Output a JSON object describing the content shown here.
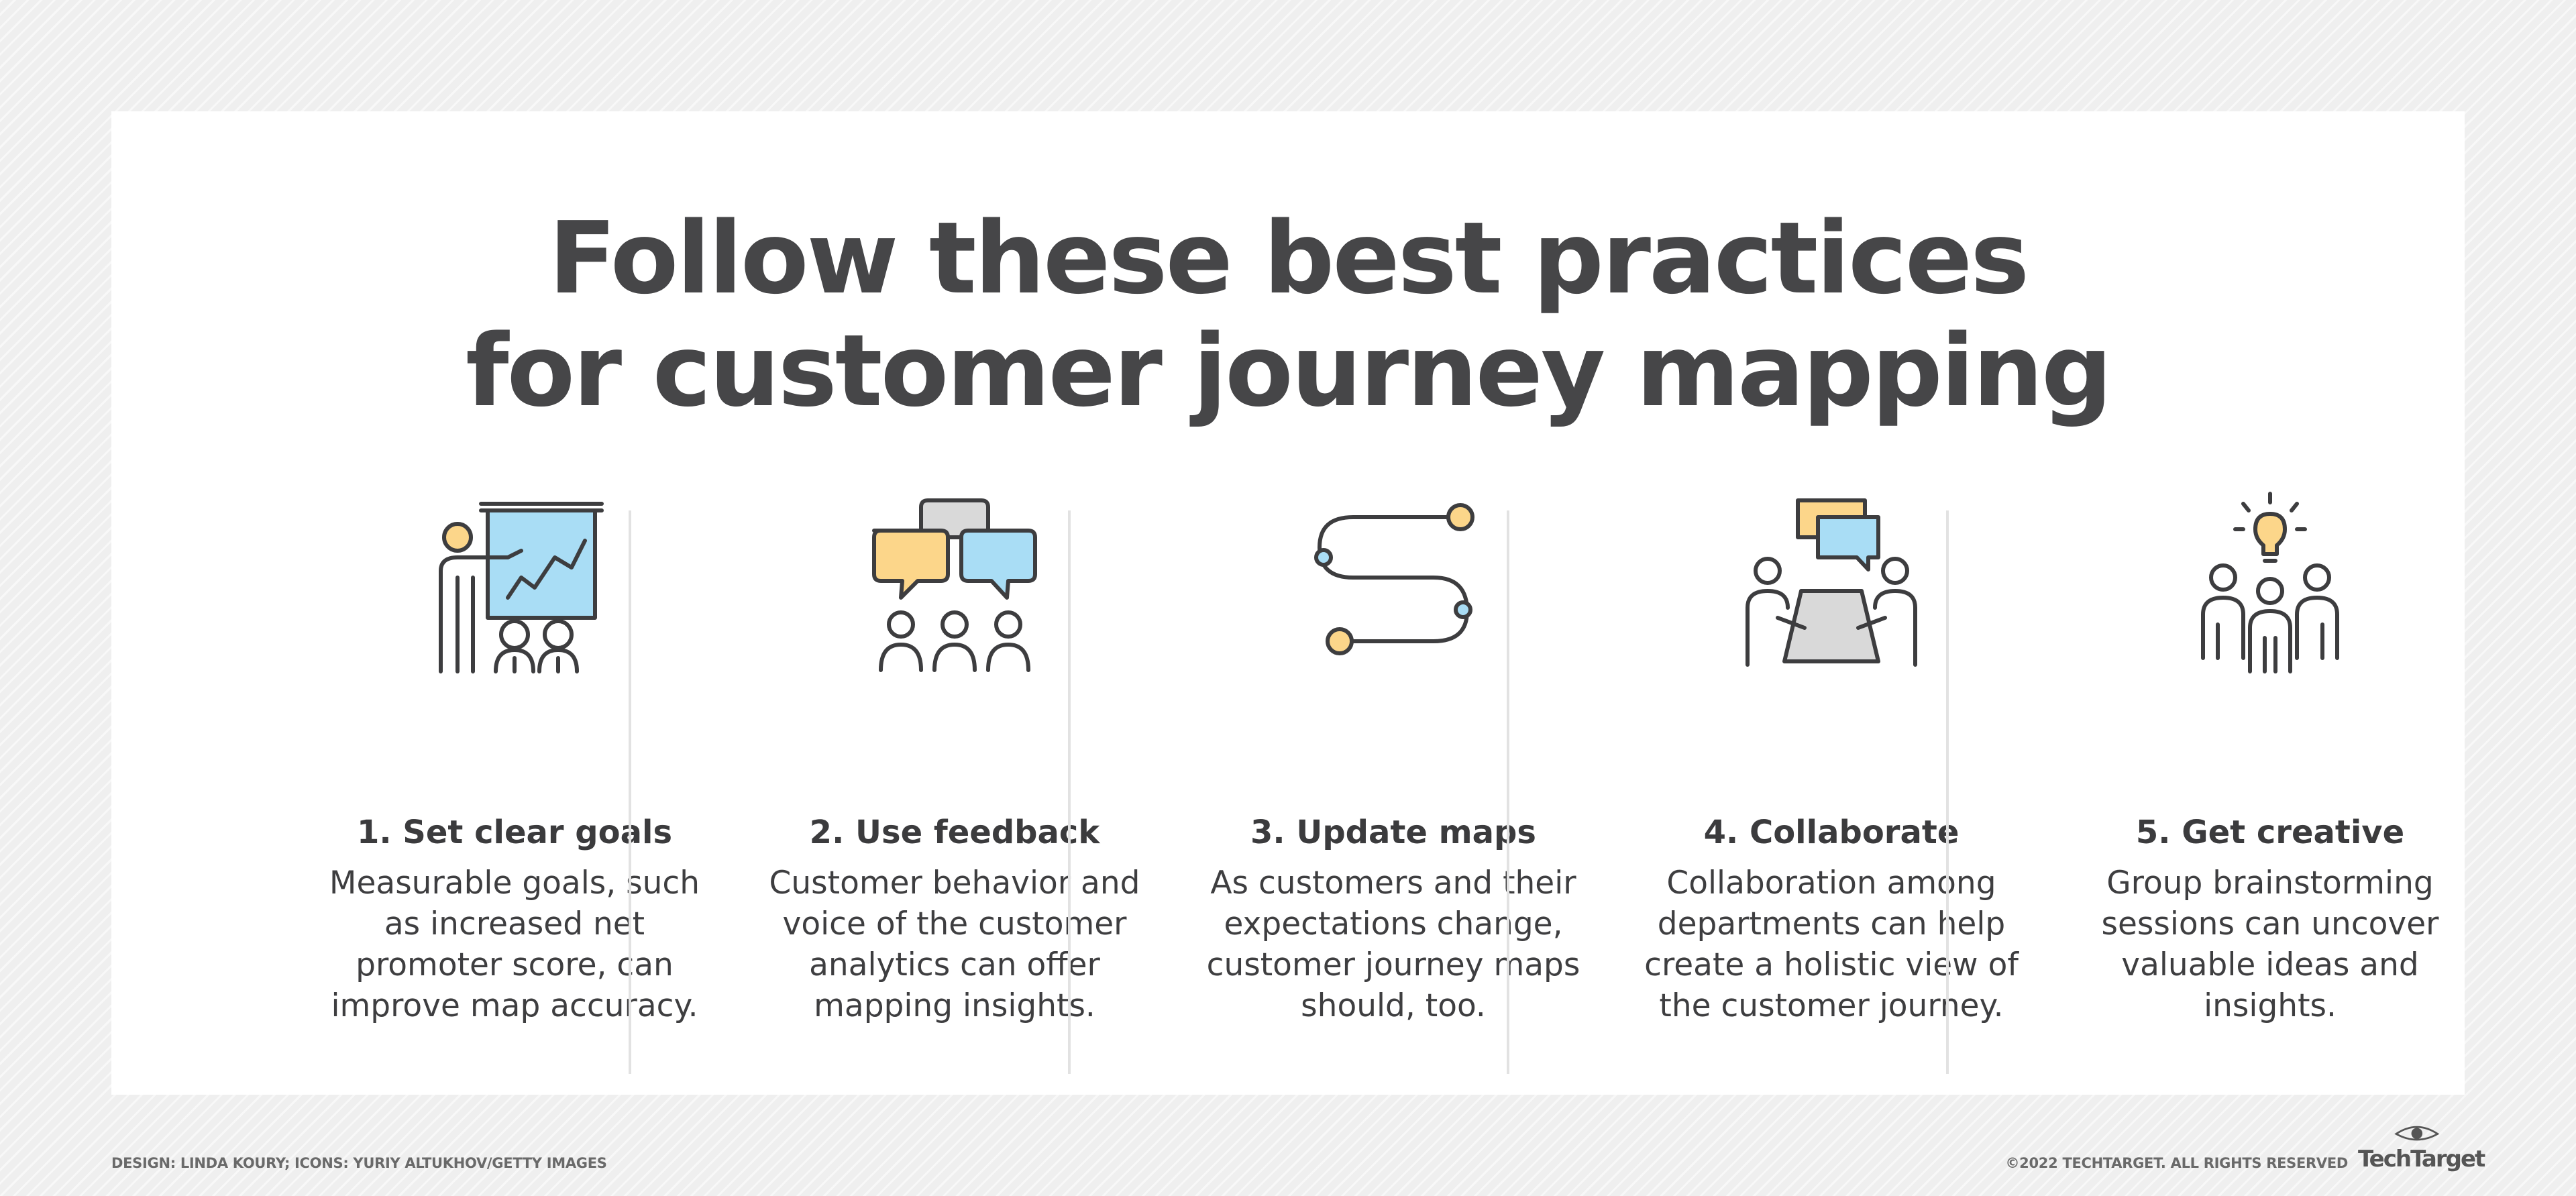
{
  "title": {
    "line1": "Follow these best practices",
    "line2": "for customer journey mapping"
  },
  "practices": [
    {
      "heading": "1. Set clear goals",
      "description": "Measurable goals, such as increased net promoter score, can improve map accuracy.",
      "icon": "presentation-icon"
    },
    {
      "heading": "2. Use feedback",
      "description": "Customer behavior and voice of the customer analytics can offer mapping insights.",
      "icon": "feedback-chat-icon"
    },
    {
      "heading": "3. Update maps",
      "description": "As customers and their expectations change, customer journey maps should, too.",
      "icon": "journey-path-icon"
    },
    {
      "heading": "4. Collaborate",
      "description": "Collaboration among departments can help create a holistic view of the customer journey.",
      "icon": "meeting-table-icon"
    },
    {
      "heading": "5. Get creative",
      "description": "Group brainstorming sessions can uncover valuable ideas and insights.",
      "icon": "brainstorm-lightbulb-icon"
    }
  ],
  "footer": {
    "design_credit": "DESIGN: LINDA KOURY; ICONS: YURIY ALTUKHOV/GETTY IMAGES",
    "copyright": "©2022 TECHTARGET. ALL RIGHTS RESERVED",
    "brand": "TechTarget"
  },
  "colors": {
    "accent_yellow": "#fcd68a",
    "accent_blue": "#a9ddf5",
    "accent_gray": "#d9d9d9",
    "icon_stroke": "#3d3d3f",
    "text": "#3d3d3f"
  }
}
